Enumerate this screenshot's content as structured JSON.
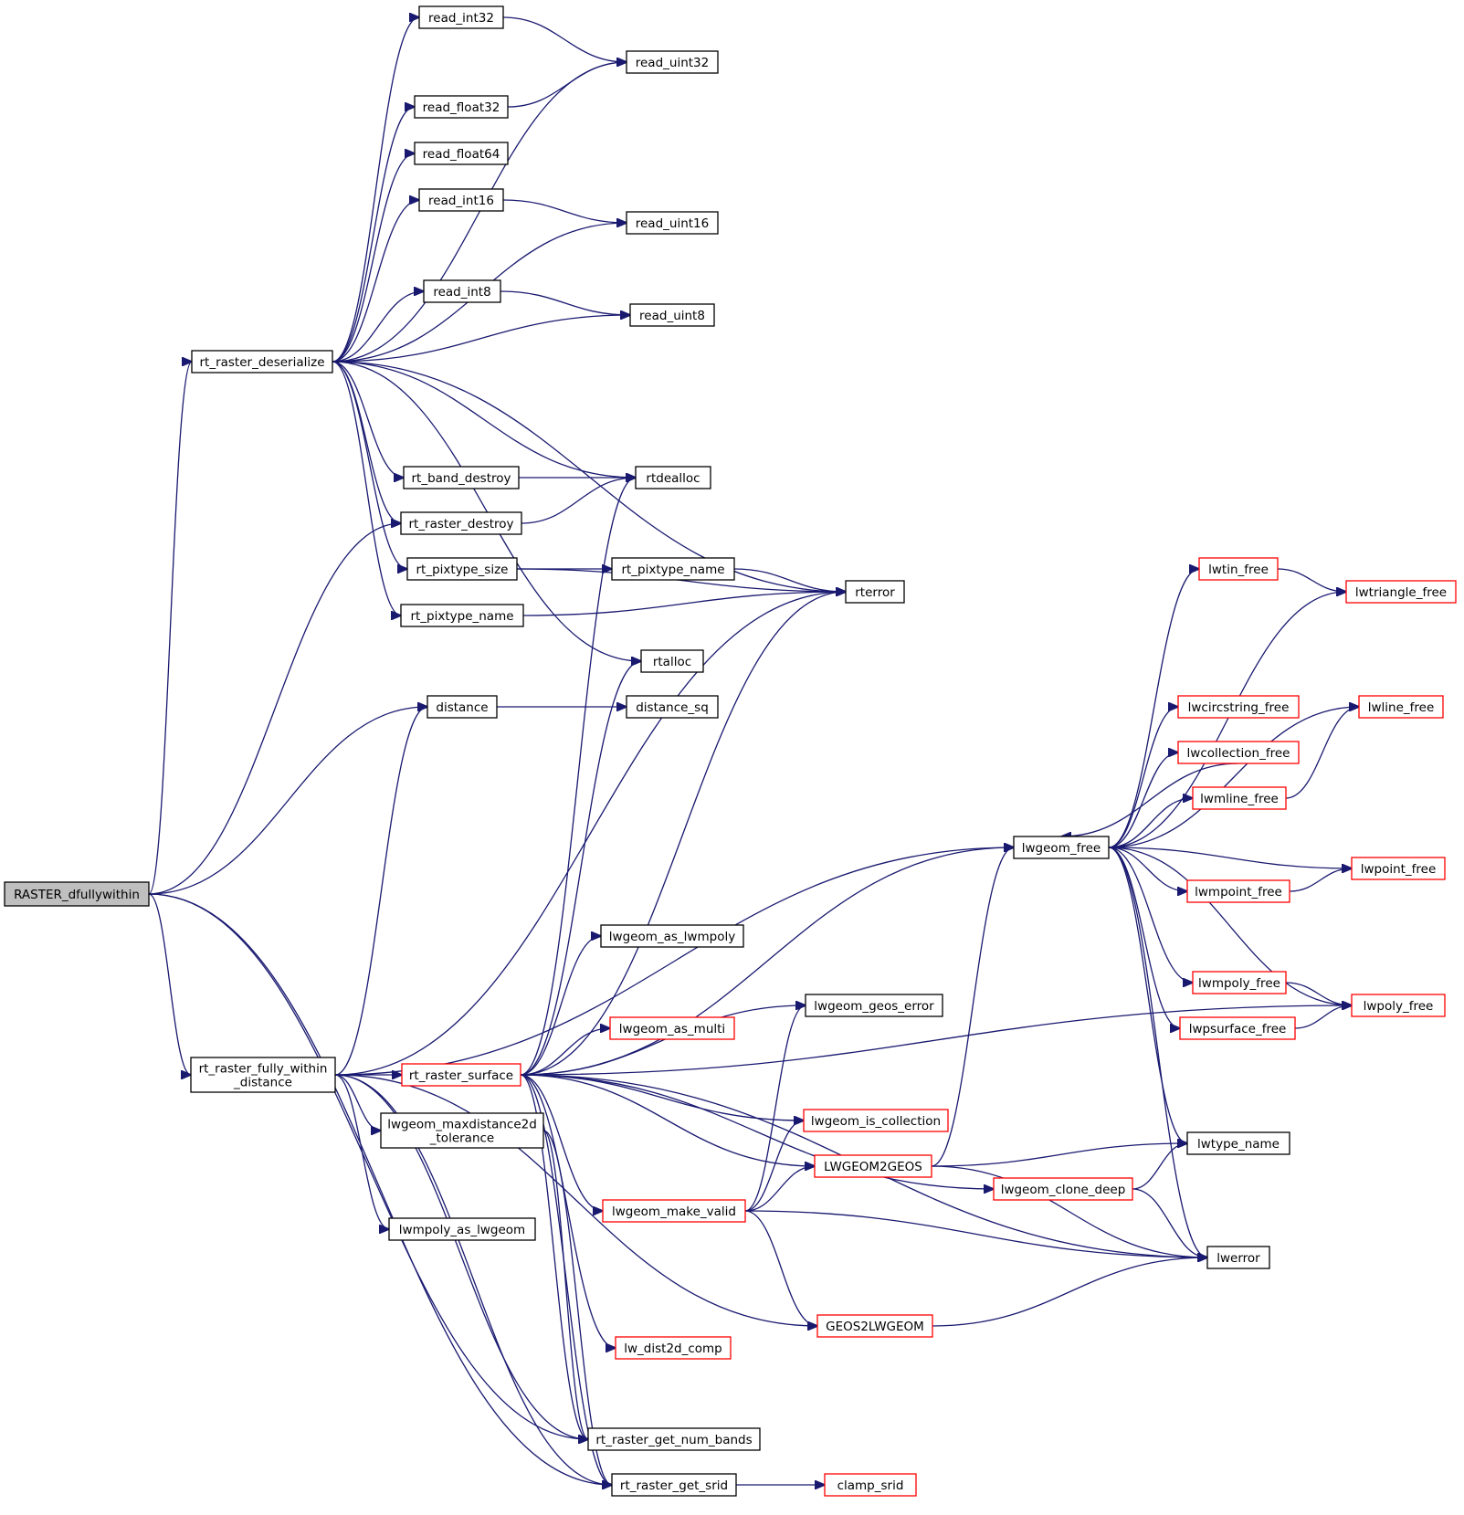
{
  "colors": {
    "edge": "#191970",
    "node_border": "#000000",
    "truncated_node_border": "#ff0000",
    "root_fill": "#bfbfbf",
    "node_fill": "#ffffff"
  },
  "nodes": [
    {
      "id": "raster_dfullywithin",
      "lines": [
        "RASTER_dfullywithin"
      ],
      "style": "root"
    },
    {
      "id": "rt_raster_deserialize",
      "lines": [
        "rt_raster_deserialize"
      ],
      "style": "normal"
    },
    {
      "id": "read_int32",
      "lines": [
        "read_int32"
      ],
      "style": "normal"
    },
    {
      "id": "read_uint32",
      "lines": [
        "read_uint32"
      ],
      "style": "normal"
    },
    {
      "id": "read_float32",
      "lines": [
        "read_float32"
      ],
      "style": "normal"
    },
    {
      "id": "read_float64",
      "lines": [
        "read_float64"
      ],
      "style": "normal"
    },
    {
      "id": "read_int16",
      "lines": [
        "read_int16"
      ],
      "style": "normal"
    },
    {
      "id": "read_uint16",
      "lines": [
        "read_uint16"
      ],
      "style": "normal"
    },
    {
      "id": "read_int8",
      "lines": [
        "read_int8"
      ],
      "style": "normal"
    },
    {
      "id": "read_uint8",
      "lines": [
        "read_uint8"
      ],
      "style": "normal"
    },
    {
      "id": "rt_band_destroy",
      "lines": [
        "rt_band_destroy"
      ],
      "style": "normal"
    },
    {
      "id": "rtdealloc",
      "lines": [
        "rtdealloc"
      ],
      "style": "normal"
    },
    {
      "id": "rt_raster_destroy",
      "lines": [
        "rt_raster_destroy"
      ],
      "style": "normal"
    },
    {
      "id": "rt_pixtype_size",
      "lines": [
        "rt_pixtype_size"
      ],
      "style": "normal"
    },
    {
      "id": "rt_pixtype_name_mid",
      "lines": [
        "rt_pixtype_name"
      ],
      "style": "normal"
    },
    {
      "id": "rt_pixtype_name_left",
      "lines": [
        "rt_pixtype_name"
      ],
      "style": "normal"
    },
    {
      "id": "rterror",
      "lines": [
        "rterror"
      ],
      "style": "normal"
    },
    {
      "id": "rtalloc",
      "lines": [
        "rtalloc"
      ],
      "style": "normal"
    },
    {
      "id": "distance",
      "lines": [
        "distance"
      ],
      "style": "normal"
    },
    {
      "id": "distance_sq",
      "lines": [
        "distance_sq"
      ],
      "style": "normal"
    },
    {
      "id": "rt_raster_fully_within_distance",
      "lines": [
        "rt_raster_fully_within",
        "_distance"
      ],
      "style": "normal"
    },
    {
      "id": "rt_raster_surface",
      "lines": [
        "rt_raster_surface"
      ],
      "style": "truncated"
    },
    {
      "id": "lwgeom_maxdistance2d_tolerance",
      "lines": [
        "lwgeom_maxdistance2d",
        "_tolerance"
      ],
      "style": "normal"
    },
    {
      "id": "lwmpoly_as_lwgeom",
      "lines": [
        "lwmpoly_as_lwgeom"
      ],
      "style": "normal"
    },
    {
      "id": "lwgeom_as_lwmpoly",
      "lines": [
        "lwgeom_as_lwmpoly"
      ],
      "style": "normal"
    },
    {
      "id": "lwgeom_geos_error",
      "lines": [
        "lwgeom_geos_error"
      ],
      "style": "normal"
    },
    {
      "id": "lwgeom_as_multi",
      "lines": [
        "lwgeom_as_multi"
      ],
      "style": "truncated"
    },
    {
      "id": "lwgeom_is_collection",
      "lines": [
        "lwgeom_is_collection"
      ],
      "style": "truncated"
    },
    {
      "id": "LWGEOM2GEOS",
      "lines": [
        "LWGEOM2GEOS"
      ],
      "style": "truncated"
    },
    {
      "id": "lwgeom_make_valid",
      "lines": [
        "lwgeom_make_valid"
      ],
      "style": "truncated"
    },
    {
      "id": "lwgeom_clone_deep",
      "lines": [
        "lwgeom_clone_deep"
      ],
      "style": "truncated"
    },
    {
      "id": "GEOS2LWGEOM",
      "lines": [
        "GEOS2LWGEOM"
      ],
      "style": "truncated"
    },
    {
      "id": "lw_dist2d_comp",
      "lines": [
        "lw_dist2d_comp"
      ],
      "style": "truncated"
    },
    {
      "id": "rt_raster_get_num_bands",
      "lines": [
        "rt_raster_get_num_bands"
      ],
      "style": "normal"
    },
    {
      "id": "rt_raster_get_srid",
      "lines": [
        "rt_raster_get_srid"
      ],
      "style": "normal"
    },
    {
      "id": "clamp_srid",
      "lines": [
        "clamp_srid"
      ],
      "style": "truncated"
    },
    {
      "id": "lwgeom_free",
      "lines": [
        "lwgeom_free"
      ],
      "style": "normal"
    },
    {
      "id": "lwtin_free",
      "lines": [
        "lwtin_free"
      ],
      "style": "truncated"
    },
    {
      "id": "lwtriangle_free",
      "lines": [
        "lwtriangle_free"
      ],
      "style": "truncated"
    },
    {
      "id": "lwcircstring_free",
      "lines": [
        "lwcircstring_free"
      ],
      "style": "truncated"
    },
    {
      "id": "lwline_free",
      "lines": [
        "lwline_free"
      ],
      "style": "truncated"
    },
    {
      "id": "lwcollection_free",
      "lines": [
        "lwcollection_free"
      ],
      "style": "truncated"
    },
    {
      "id": "lwmline_free",
      "lines": [
        "lwmline_free"
      ],
      "style": "truncated"
    },
    {
      "id": "lwpoint_free",
      "lines": [
        "lwpoint_free"
      ],
      "style": "truncated"
    },
    {
      "id": "lwmpoint_free",
      "lines": [
        "lwmpoint_free"
      ],
      "style": "truncated"
    },
    {
      "id": "lwmpoly_free",
      "lines": [
        "lwmpoly_free"
      ],
      "style": "truncated"
    },
    {
      "id": "lwpoly_free",
      "lines": [
        "lwpoly_free"
      ],
      "style": "truncated"
    },
    {
      "id": "lwpsurface_free",
      "lines": [
        "lwpsurface_free"
      ],
      "style": "truncated"
    },
    {
      "id": "lwtype_name",
      "lines": [
        "lwtype_name"
      ],
      "style": "normal"
    },
    {
      "id": "lwerror",
      "lines": [
        "lwerror"
      ],
      "style": "normal"
    }
  ],
  "edges": [
    [
      "raster_dfullywithin",
      "rt_raster_deserialize"
    ],
    [
      "raster_dfullywithin",
      "rt_raster_destroy"
    ],
    [
      "raster_dfullywithin",
      "distance"
    ],
    [
      "raster_dfullywithin",
      "rt_raster_fully_within_distance"
    ],
    [
      "raster_dfullywithin",
      "rt_raster_get_num_bands"
    ],
    [
      "raster_dfullywithin",
      "rt_raster_get_srid"
    ],
    [
      "rt_raster_deserialize",
      "read_int32"
    ],
    [
      "rt_raster_deserialize",
      "read_uint32"
    ],
    [
      "rt_raster_deserialize",
      "read_float32"
    ],
    [
      "rt_raster_deserialize",
      "read_float64"
    ],
    [
      "rt_raster_deserialize",
      "read_int16"
    ],
    [
      "rt_raster_deserialize",
      "read_uint16"
    ],
    [
      "rt_raster_deserialize",
      "read_int8"
    ],
    [
      "rt_raster_deserialize",
      "read_uint8"
    ],
    [
      "rt_raster_deserialize",
      "rterror"
    ],
    [
      "rt_raster_deserialize",
      "rt_band_destroy"
    ],
    [
      "rt_raster_deserialize",
      "rtdealloc"
    ],
    [
      "rt_raster_deserialize",
      "rt_raster_destroy"
    ],
    [
      "rt_raster_deserialize",
      "rt_pixtype_size"
    ],
    [
      "rt_raster_deserialize",
      "rt_pixtype_name_left"
    ],
    [
      "rt_raster_deserialize",
      "rtalloc"
    ],
    [
      "read_int32",
      "read_uint32"
    ],
    [
      "read_float32",
      "read_uint32"
    ],
    [
      "read_int16",
      "read_uint16"
    ],
    [
      "read_int8",
      "read_uint8"
    ],
    [
      "rt_band_destroy",
      "rtdealloc"
    ],
    [
      "rt_raster_destroy",
      "rtdealloc"
    ],
    [
      "rt_pixtype_size",
      "rterror"
    ],
    [
      "rt_pixtype_size",
      "rt_pixtype_name_mid"
    ],
    [
      "rt_pixtype_name_mid",
      "rterror"
    ],
    [
      "rt_pixtype_name_left",
      "rterror"
    ],
    [
      "distance",
      "distance_sq"
    ],
    [
      "rt_raster_fully_within_distance",
      "distance"
    ],
    [
      "rt_raster_fully_within_distance",
      "rterror"
    ],
    [
      "rt_raster_fully_within_distance",
      "lwgeom_free"
    ],
    [
      "rt_raster_fully_within_distance",
      "rt_raster_surface"
    ],
    [
      "rt_raster_fully_within_distance",
      "lwgeom_maxdistance2d_tolerance"
    ],
    [
      "rt_raster_fully_within_distance",
      "lwmpoly_as_lwgeom"
    ],
    [
      "rt_raster_fully_within_distance",
      "GEOS2LWGEOM"
    ],
    [
      "rt_raster_fully_within_distance",
      "rt_raster_get_num_bands"
    ],
    [
      "rt_raster_fully_within_distance",
      "rt_raster_get_srid"
    ],
    [
      "rt_raster_surface",
      "rtdealloc"
    ],
    [
      "rt_raster_surface",
      "rtalloc"
    ],
    [
      "rt_raster_surface",
      "rterror"
    ],
    [
      "rt_raster_surface",
      "lwgeom_free"
    ],
    [
      "rt_raster_surface",
      "lwgeom_as_lwmpoly"
    ],
    [
      "rt_raster_surface",
      "lwgeom_geos_error"
    ],
    [
      "rt_raster_surface",
      "lwgeom_as_multi"
    ],
    [
      "rt_raster_surface",
      "lwpoly_free"
    ],
    [
      "rt_raster_surface",
      "lwgeom_is_collection"
    ],
    [
      "rt_raster_surface",
      "LWGEOM2GEOS"
    ],
    [
      "rt_raster_surface",
      "lwgeom_make_valid"
    ],
    [
      "rt_raster_surface",
      "lwgeom_clone_deep"
    ],
    [
      "rt_raster_surface",
      "lw_dist2d_comp"
    ],
    [
      "rt_raster_surface",
      "lwerror"
    ],
    [
      "rt_raster_surface",
      "rt_raster_get_num_bands"
    ],
    [
      "rt_raster_surface",
      "rt_raster_get_srid"
    ],
    [
      "lwgeom_maxdistance2d_tolerance",
      "rt_raster_get_num_bands"
    ],
    [
      "lwgeom_maxdistance2d_tolerance",
      "rt_raster_get_srid"
    ],
    [
      "lwgeom_make_valid",
      "lwgeom_geos_error"
    ],
    [
      "lwgeom_make_valid",
      "lwgeom_is_collection"
    ],
    [
      "lwgeom_make_valid",
      "LWGEOM2GEOS"
    ],
    [
      "lwgeom_make_valid",
      "GEOS2LWGEOM"
    ],
    [
      "lwgeom_make_valid",
      "lwerror"
    ],
    [
      "LWGEOM2GEOS",
      "lwgeom_free"
    ],
    [
      "LWGEOM2GEOS",
      "lwtype_name"
    ],
    [
      "LWGEOM2GEOS",
      "lwerror"
    ],
    [
      "lwgeom_clone_deep",
      "lwtype_name"
    ],
    [
      "lwgeom_clone_deep",
      "lwerror"
    ],
    [
      "GEOS2LWGEOM",
      "lwerror"
    ],
    [
      "rt_raster_get_srid",
      "clamp_srid"
    ],
    [
      "lwgeom_free",
      "lwtin_free"
    ],
    [
      "lwgeom_free",
      "lwtriangle_free"
    ],
    [
      "lwgeom_free",
      "lwline_free"
    ],
    [
      "lwgeom_free",
      "lwcircstring_free"
    ],
    [
      "lwgeom_free",
      "lwcollection_free"
    ],
    [
      "lwgeom_free",
      "lwmline_free"
    ],
    [
      "lwgeom_free",
      "lwpoint_free"
    ],
    [
      "lwgeom_free",
      "lwmpoint_free"
    ],
    [
      "lwgeom_free",
      "lwmpoly_free"
    ],
    [
      "lwgeom_free",
      "lwpoly_free"
    ],
    [
      "lwgeom_free",
      "lwpsurface_free"
    ],
    [
      "lwgeom_free",
      "lwtype_name"
    ],
    [
      "lwgeom_free",
      "lwerror"
    ],
    [
      "lwtin_free",
      "lwtriangle_free"
    ],
    [
      "lwcollection_free",
      "lwgeom_free"
    ],
    [
      "lwmline_free",
      "lwline_free"
    ],
    [
      "lwmpoint_free",
      "lwpoint_free"
    ],
    [
      "lwmpoly_free",
      "lwpoly_free"
    ],
    [
      "lwpsurface_free",
      "lwpoly_free"
    ]
  ]
}
